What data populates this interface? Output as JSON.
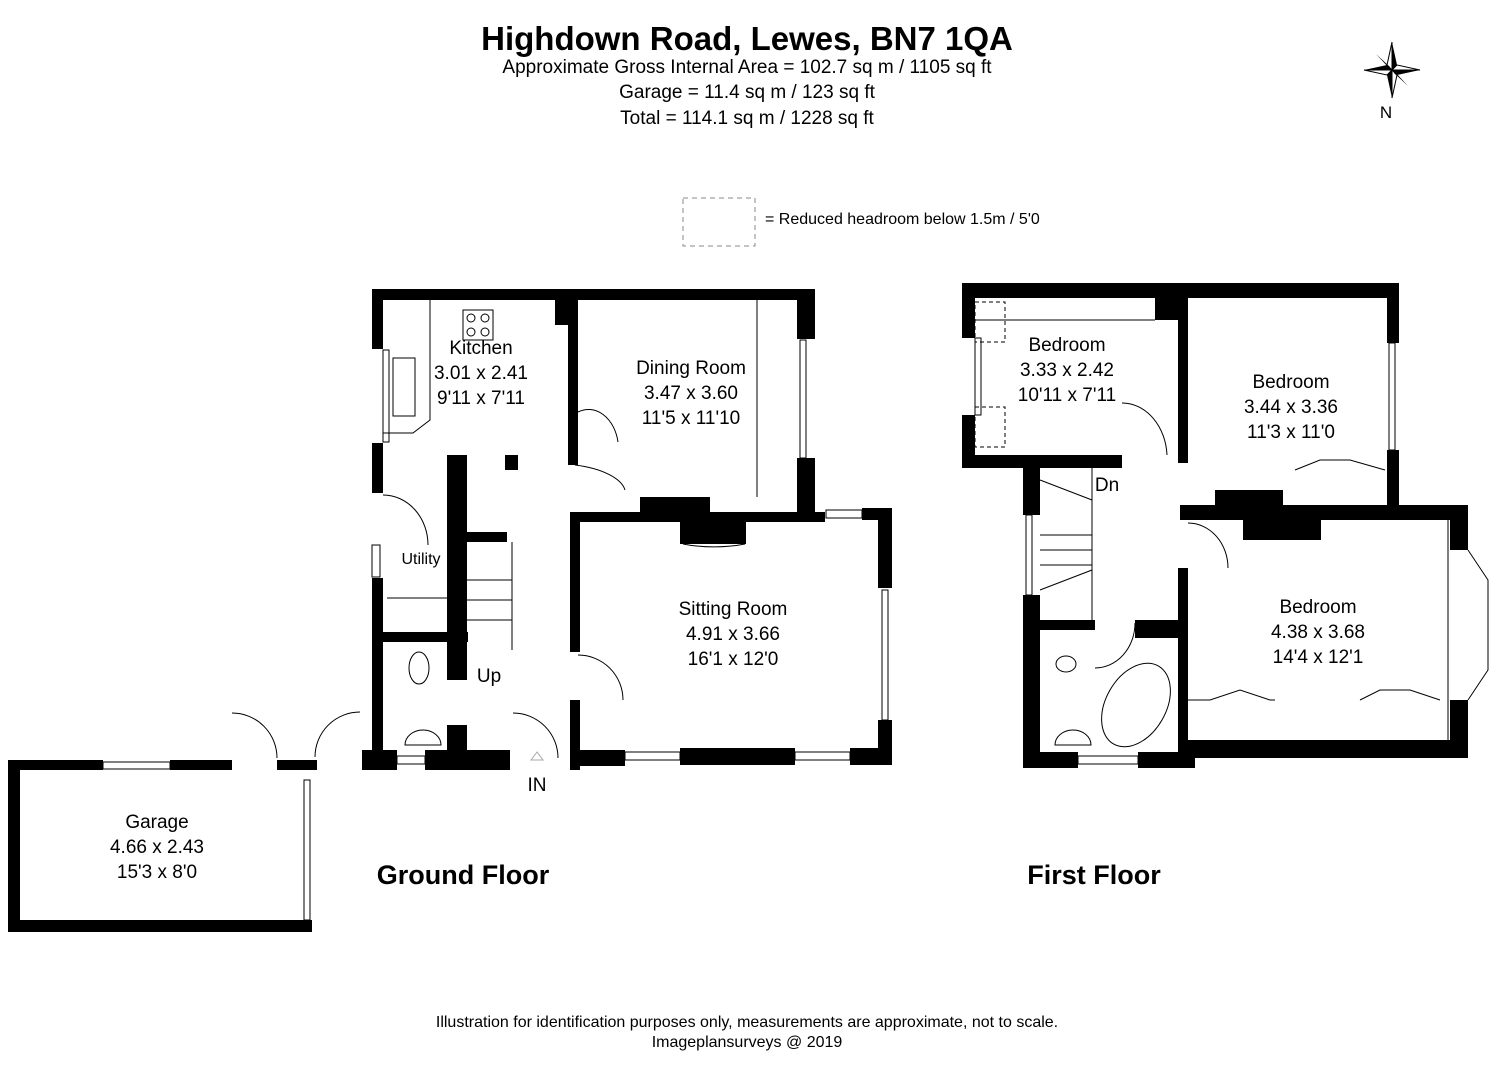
{
  "header": {
    "title": "Highdown Road, Lewes, BN7 1QA",
    "area_lines": [
      "Approximate Gross Internal Area = 102.7 sq m / 1105 sq ft",
      "Garage = 11.4 sq m / 123 sq ft",
      "Total = 114.1 sq m / 1228 sq ft"
    ]
  },
  "compass": {
    "label": "N",
    "icon": "compass-rose-icon"
  },
  "legend": {
    "text": "= Reduced headroom below 1.5m / 5'0"
  },
  "ground_floor": {
    "label": "Ground Floor",
    "rooms": [
      {
        "name": "Kitchen",
        "metric": "3.01 x 2.41",
        "imperial": "9'11 x 7'11"
      },
      {
        "name": "Dining Room",
        "metric": "3.47 x 3.60",
        "imperial": "11'5 x 11'10"
      },
      {
        "name": "Sitting Room",
        "metric": "4.91 x 3.66",
        "imperial": "16'1 x 12'0"
      },
      {
        "name": "Garage",
        "metric": "4.66 x 2.43",
        "imperial": "15'3 x 8'0"
      }
    ],
    "utility": "Utility",
    "stairs": "Up",
    "entrance": "IN"
  },
  "first_floor": {
    "label": "First Floor",
    "rooms": [
      {
        "name": "Bedroom",
        "metric": "3.33 x 2.42",
        "imperial": "10'11 x 7'11"
      },
      {
        "name": "Bedroom",
        "metric": "3.44 x 3.36",
        "imperial": "11'3 x 11'0"
      },
      {
        "name": "Bedroom",
        "metric": "4.38 x 3.68",
        "imperial": "14'4 x 12'1"
      }
    ],
    "stairs": "Dn"
  },
  "footer": {
    "disclaimer": "Illustration for identification purposes only, measurements are approximate, not to scale.",
    "credit": "Imageplansurveys @ 2019"
  }
}
